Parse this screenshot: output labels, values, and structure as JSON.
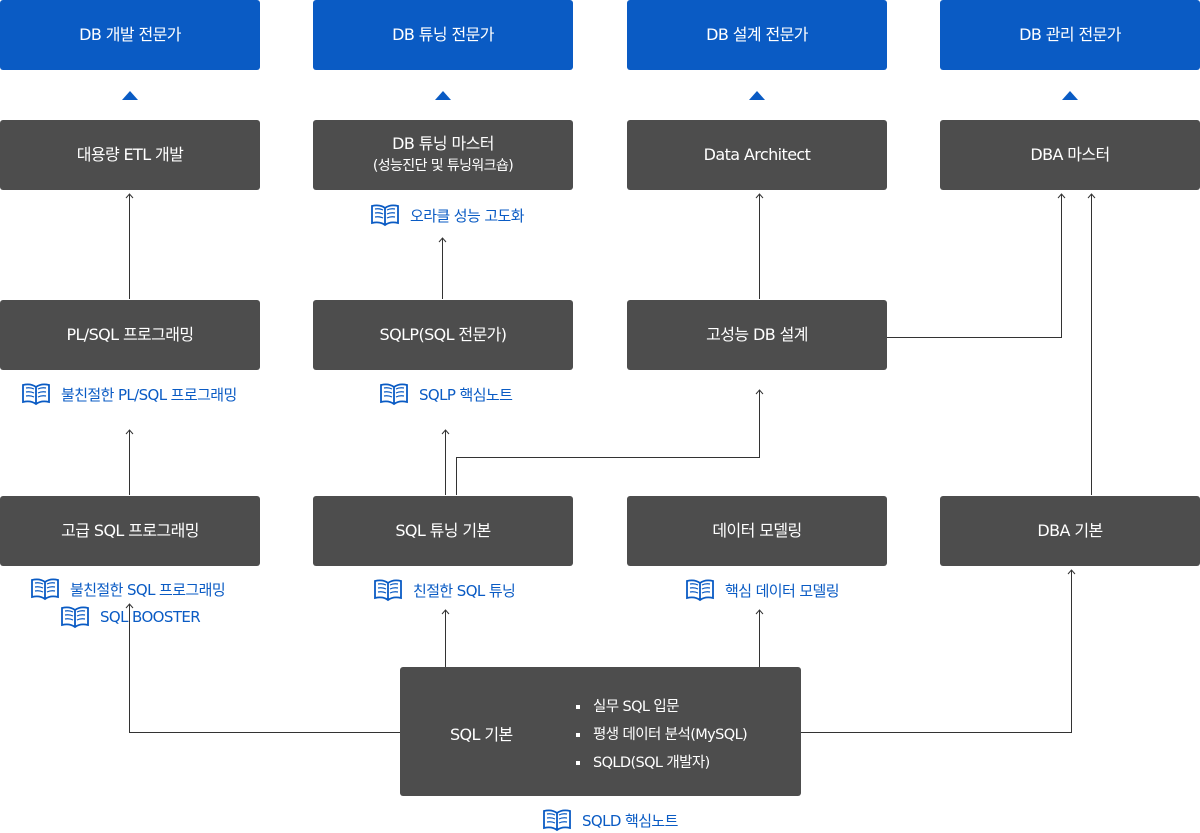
{
  "experts": [
    "DB 개발 전문가",
    "DB 튜닝 전문가",
    "DB 설계 전문가",
    "DB 관리 전문가"
  ],
  "level3": [
    {
      "title": "대용량 ETL 개발"
    },
    {
      "title": "DB 튜닝 마스터",
      "subtitle": "(성능진단 및 튜닝워크숍)"
    },
    {
      "title": "Data Architect"
    },
    {
      "title": "DBA 마스터"
    }
  ],
  "level2": [
    "PL/SQL 프로그래밍",
    "SQLP(SQL 전문가)",
    "고성능 DB 설계"
  ],
  "level1": [
    "고급 SQL 프로그래밍",
    "SQL 튜닝 기본",
    "데이터 모델링",
    "DBA 기본"
  ],
  "books": {
    "oracle_perf": "오라클 성능 고도화",
    "plsql": "불친절한 PL/SQL 프로그래밍",
    "sqlp_note": "SQLP 핵심노트",
    "sql_prog": "불친절한 SQL 프로그래밍",
    "sql_booster": "SQL BOOSTER",
    "sql_tuning": "친절한 SQL 튜닝",
    "data_modeling": "핵심 데이터 모델링",
    "sqld_note": "SQLD 핵심노트"
  },
  "sql_base": {
    "title": "SQL 기본",
    "items": [
      "실무 SQL 입문",
      "평생 데이터 분석(MySQL)",
      "SQLD(SQL 개발자)"
    ]
  },
  "colors": {
    "expert_blue": "#0a5bc4",
    "course_gray": "#4d4d4d",
    "book_blue": "#0a5bc4",
    "line": "#333333"
  },
  "icons": {
    "book": "book-open-icon",
    "arrow": "triangle-up-icon"
  }
}
